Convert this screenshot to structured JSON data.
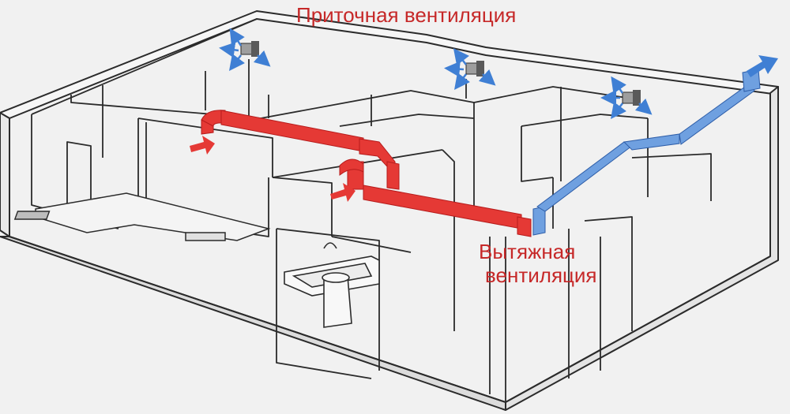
{
  "labels": {
    "supply_ventilation": "Приточная вентиляция",
    "exhaust_ventilation_line1": "Вытяжная",
    "exhaust_ventilation_line2": "вентиляция"
  },
  "colors": {
    "background": "#f1f1f1",
    "wall_fill": "#f6f6f6",
    "wall_outline": "#2b2b2b",
    "supply_duct": "#e53935",
    "exhaust_duct": "#5b8fd6",
    "label_text": "#c62828",
    "airflow_arrow_blue": "#3f7fd4",
    "airflow_arrow_red": "#e53935"
  },
  "icons": {
    "supply_valve": "wall-vent-valve-icon",
    "air_in": "air-intake-arrow-icon",
    "air_out": "air-exhaust-arrow-icon",
    "dispersal": "air-dispersal-arrows-icon"
  }
}
